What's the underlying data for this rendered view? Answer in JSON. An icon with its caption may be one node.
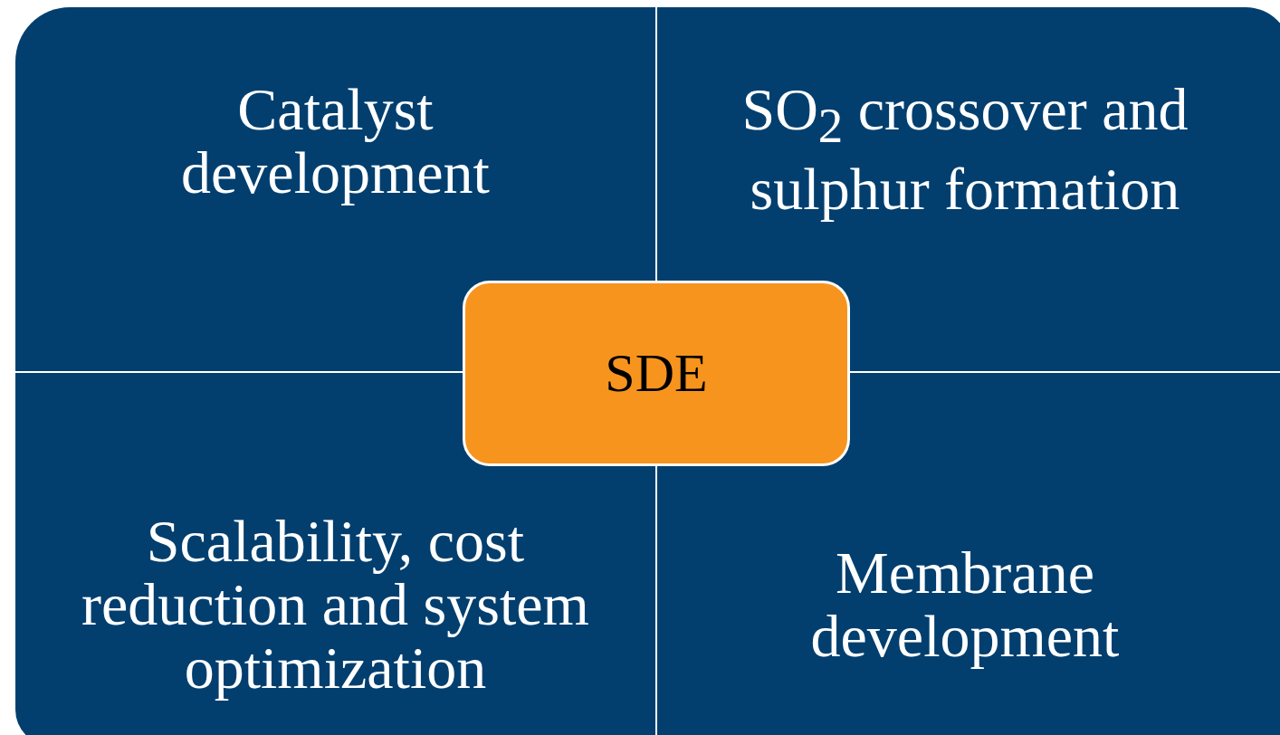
{
  "diagram": {
    "nodes": [
      {
        "text": [
          "Catalyst development"
        ]
      },
      {
        "text": [
          "SO$_{2}$ crossover and sulphur formation"
        ]
      },
      {
        "text": [
          "Scalability, cost reduction and system optimization"
        ]
      },
      {
        "text": [
          "Membrane development"
        ]
      },
      {
        "text": [
          "SDE"
        ]
      }
    ]
  }
}
